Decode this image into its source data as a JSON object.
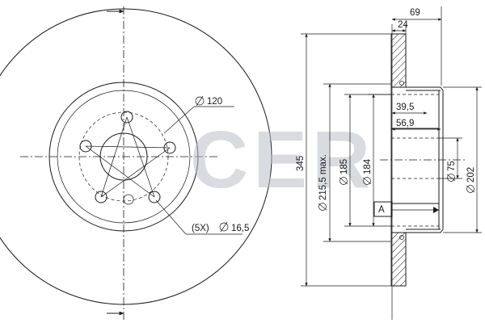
{
  "front_view": {
    "pcd_label": "120",
    "holes_label": "(5X)",
    "hole_diameter_label": "16,5"
  },
  "section_view": {
    "overall_width": "69",
    "disc_thickness": "24",
    "inner_depth_1": "39,5",
    "inner_depth_2": "56,9",
    "outer_diameter": "345",
    "hat_diameter": "215,5 max.",
    "dia_185": "185",
    "dia_184": "184",
    "center_bore": "75",
    "hub_diameter": "202",
    "datum": "A"
  },
  "watermark": {
    "text": "CER",
    "color": "#b9bec7"
  },
  "colors": {
    "line": "#1a1a1a",
    "background": "#ffffff"
  }
}
